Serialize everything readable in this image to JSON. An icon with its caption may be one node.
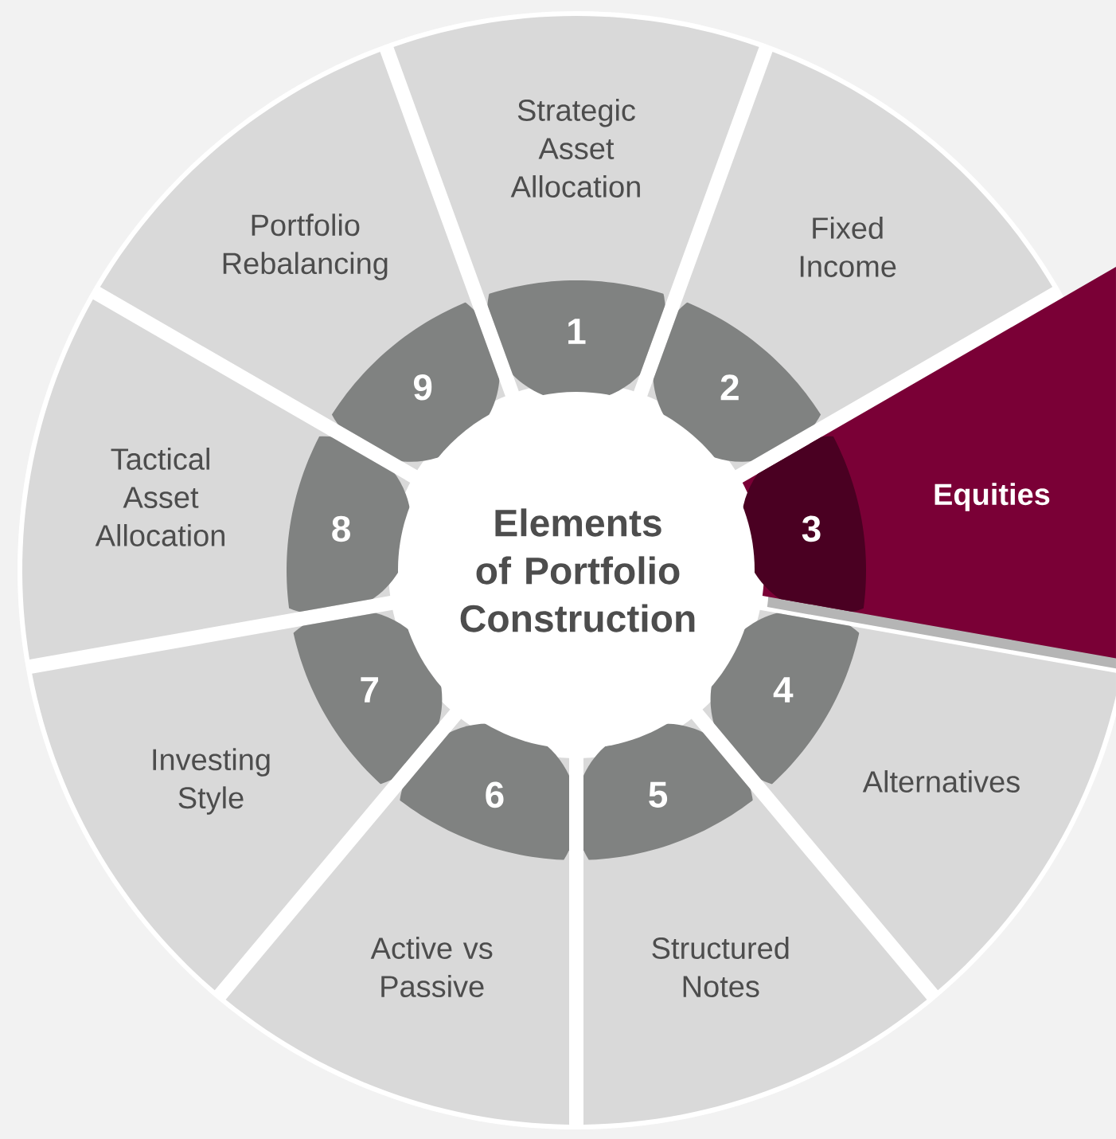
{
  "diagram": {
    "nodes": [
      {
        "text": [
          "Elements of Portfolio Construction"
        ]
      },
      {
        "text": [
          "Strategic Asset Allocation",
          "1"
        ]
      },
      {
        "text": [
          "Fixed Income",
          "2"
        ]
      },
      {
        "text": [
          "Equities",
          "3"
        ]
      },
      {
        "text": [
          "4",
          "Alternatives"
        ]
      },
      {
        "text": [
          "5",
          "Structured Notes"
        ]
      },
      {
        "text": [
          "6",
          "Active vs Passive"
        ]
      },
      {
        "text": [
          "7",
          "Investing Style"
        ]
      },
      {
        "text": [
          "Tactical Asset Allocation",
          "8"
        ]
      },
      {
        "text": [
          "Portfolio Rebalancing",
          "9"
        ]
      }
    ]
  }
}
